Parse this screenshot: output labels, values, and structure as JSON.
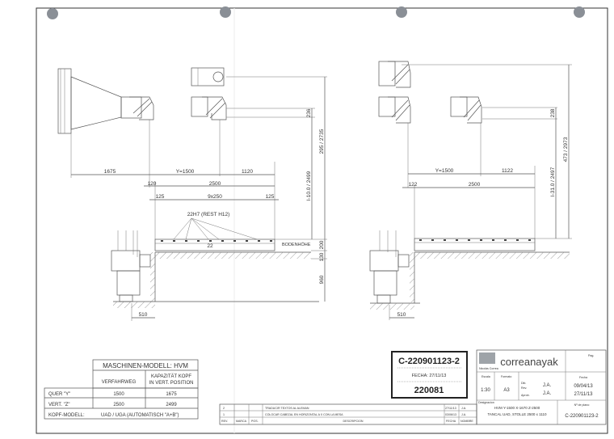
{
  "drawing": {
    "left_view": {
      "dims": {
        "d1675": "1675",
        "y1500": "Y=1500",
        "d1120": "1120",
        "d120": "120",
        "d2500": "2500",
        "d125a": "125",
        "d9x250": "9x250",
        "d125b": "125",
        "d22": "22",
        "slot_label": "22H7 (REST H12)",
        "floor_label": "BODENHÖHE",
        "d510": "510",
        "v236": "236",
        "v_stroke": "I-10.0 / 2499",
        "v_total": "295 / 2735",
        "v200": "200",
        "v130": "130",
        "v960": "960"
      }
    },
    "right_view": {
      "dims": {
        "y1500": "Y=1500",
        "d1122": "1122",
        "d122": "122",
        "d2500": "2500",
        "d510": "510",
        "v238": "238",
        "v_stroke": "I-31.0 / 2497",
        "v_total": "473 / 2973"
      }
    }
  },
  "model_table": {
    "title": "MASCHINEN-MODELL: HVM",
    "col1": "VERFAHRWEG",
    "col2a": "KAPAZITÄT KOPF",
    "col2b": "IN VERT. POSITION",
    "rows": [
      {
        "label": "QUER \"Y\"",
        "travel": "1500",
        "capacity": "1675"
      },
      {
        "label": "VERT. \"Z\"",
        "travel": "2500",
        "capacity": "2499"
      }
    ],
    "head_label": "KOPF-MODELL:",
    "head_value": "UAD / UGA (AUTOMATISCH \"A+B\")"
  },
  "stamp": {
    "code": "C-220901123-2",
    "date": "FECHA: 27/11/13",
    "number": "220081"
  },
  "revisions": {
    "headers": [
      "REV.",
      "MARCA",
      "POS.",
      "DESCRIPCION",
      "FECHA",
      "NOMBRE"
    ],
    "rows": [
      {
        "rev": "2",
        "desc": "TRADUCIR TEXTOS AL ALEMAN",
        "date": "27/11/13",
        "name": "J.A."
      },
      {
        "rev": "1",
        "desc": "COLOCAR CABEZAL EN HORIZONTAL A X CON LA MESA",
        "date": "03/06/13",
        "name": "J.A."
      }
    ]
  },
  "title_block": {
    "company_sub": "Nicolás Correa",
    "company": "correanayak",
    "page_label": "Pag.",
    "scale_label": "Escala",
    "scale": "1:30",
    "format_label": "Formato",
    "format": "A3",
    "drawn_label": "Dib.",
    "revised_label": "Rev.",
    "approved_label": "Aprob.",
    "drawn_by": "J.A.",
    "revised_by": "J.A.",
    "date_label": "Fecha",
    "date1": "09/04/13",
    "date2": "27/11/13",
    "designation_label": "Designacion",
    "designation1": "HVM Y-1500 X-1670 Z-2500",
    "designation2": "TANCAL UAD, STOLLE 2500 x 1110",
    "plan_label": "Nº de plano",
    "plan_number": "C-220901123-2"
  }
}
